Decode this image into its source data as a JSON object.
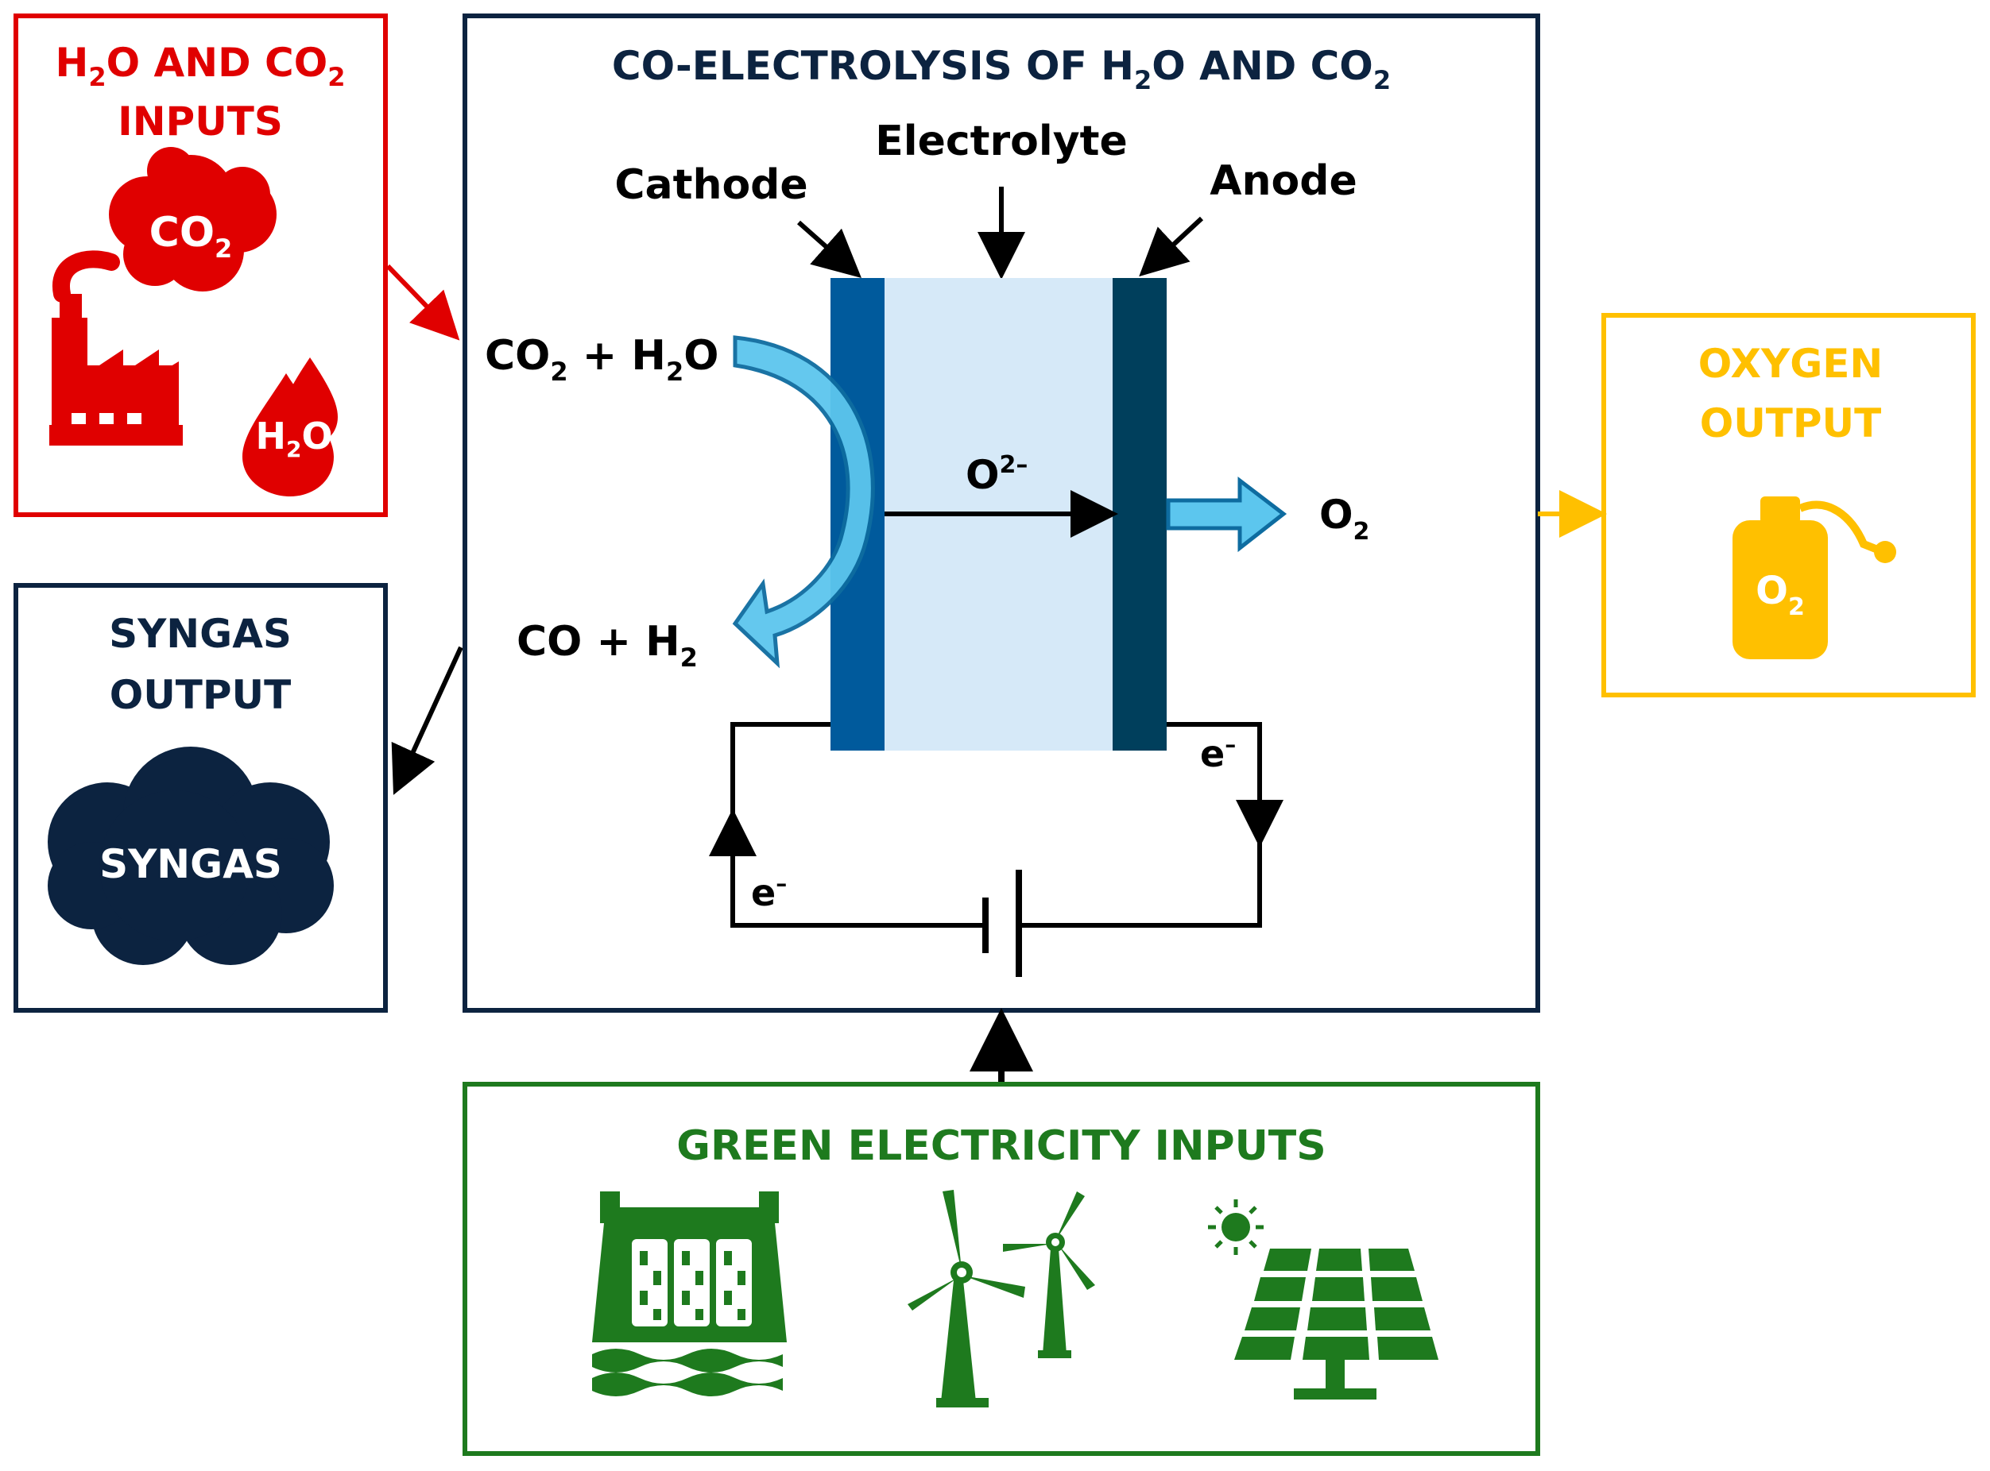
{
  "inputs_box": {
    "title_line1": {
      "a": "H",
      "a_sub": "2",
      "b": "O AND CO",
      "b_sub": "2"
    },
    "title_line2": "INPUTS",
    "cloud_label": {
      "base": "CO",
      "sub": "2"
    },
    "drop_label": {
      "base": "H",
      "sub": "2",
      "rest": "O"
    }
  },
  "syngas_box": {
    "title_line1": "SYNGAS",
    "title_line2": "OUTPUT",
    "cloud_label": "SYNGAS"
  },
  "main_box": {
    "title": {
      "a": "CO-ELECTROLYSIS OF H",
      "a_sub": "2",
      "b": "O AND CO",
      "b_sub": "2"
    },
    "label_cathode": "Cathode",
    "label_electrolyte": "Electrolyte",
    "label_anode": "Anode",
    "reactants": {
      "p1": "CO",
      "s1": "2",
      "p2": " + H",
      "s2": "2",
      "p3": "O"
    },
    "products": {
      "p1": "CO + H",
      "s1": "2"
    },
    "ion": {
      "base": "O",
      "sup": "2–"
    },
    "o2_out": {
      "base": "O",
      "sub": "2"
    },
    "electron_right": {
      "base": "e",
      "sup": "–"
    },
    "electron_left": {
      "base": "e",
      "sup": "–"
    }
  },
  "oxygen_box": {
    "title_line1": "OXYGEN",
    "title_line2": "OUTPUT",
    "tank_label": {
      "base": "O",
      "sub": "2"
    }
  },
  "green_box": {
    "title": "GREEN ELECTRICITY INPUTS",
    "icons": [
      "dam-icon",
      "wind-turbines-icon",
      "solar-panel-icon"
    ]
  },
  "colors": {
    "red": "#e00000",
    "navy": "#0c2340",
    "yellow": "#ffc000",
    "green": "#1e7a1e",
    "cathode": "#005a9c",
    "anode": "#003f5c",
    "electrolyte": "#d6e9f8",
    "flow": "#5cc6ee"
  }
}
